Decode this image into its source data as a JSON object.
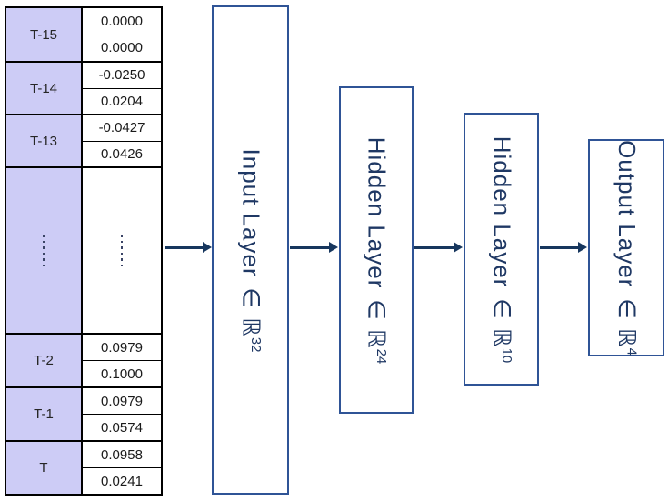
{
  "table": {
    "groups": [
      {
        "label": "T-15",
        "values": [
          "0.0000",
          "0.0000"
        ]
      },
      {
        "label": "T-14",
        "values": [
          "-0.0250",
          "0.0204"
        ]
      },
      {
        "label": "T-13",
        "values": [
          "-0.0427",
          "0.0426"
        ]
      },
      {
        "label": "T-2",
        "values": [
          "0.0979",
          "0.1000"
        ]
      },
      {
        "label": "T-1",
        "values": [
          "0.0979",
          "0.0574"
        ]
      },
      {
        "label": "T",
        "values": [
          "0.0958",
          "0.0241"
        ]
      }
    ],
    "ellipsis_symbol": "⋮"
  },
  "layers": [
    {
      "name": "Input Layer",
      "set_symbol": "∈ ℝ",
      "exponent": "32"
    },
    {
      "name": "Hidden Layer",
      "set_symbol": "∈ ℝ",
      "exponent": "24"
    },
    {
      "name": "Hidden Layer",
      "set_symbol": "∈ ℝ",
      "exponent": "10"
    },
    {
      "name": "Output Layer",
      "set_symbol": "∈ ℝ",
      "exponent": "4"
    }
  ],
  "colors": {
    "table_label_fill": "#cdccf6",
    "table_border": "#000000",
    "box_border": "#2f5496",
    "layer_text": "#1f3864",
    "arrow": "#17375e"
  }
}
